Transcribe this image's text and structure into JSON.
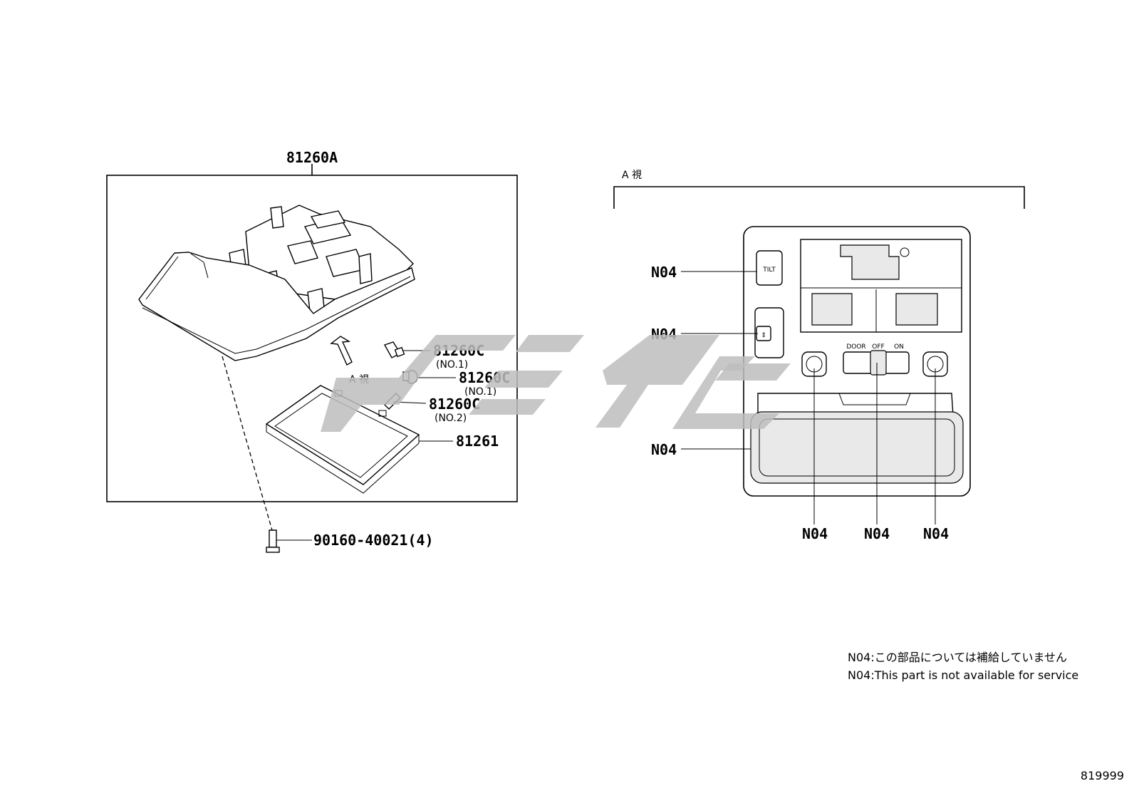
{
  "left_assembly": {
    "main_part": "81260A",
    "view_label": "A 視",
    "bulb_1": {
      "number": "81260C",
      "note": "(NO.1)"
    },
    "bulb_2": {
      "number": "81260C",
      "note": "(NO.1)"
    },
    "bulb_3": {
      "number": "81260C",
      "note": "(NO.2)"
    },
    "lens": "81261",
    "screw": "90160-40021(4)"
  },
  "view_a": {
    "title": "A 視",
    "tilt_button": "TILT",
    "switch_labels": [
      "DOOR",
      "OFF",
      "ON"
    ],
    "callout_left_1": "N04",
    "callout_left_2": "N04",
    "callout_left_3": "N04",
    "callout_bottom_1": "N04",
    "callout_bottom_2": "N04",
    "callout_bottom_3": "N04"
  },
  "notes": {
    "line_ja": "N04:この部品については補給していません",
    "line_en": "N04:This part is not available for service"
  },
  "diagram_id": "819999"
}
